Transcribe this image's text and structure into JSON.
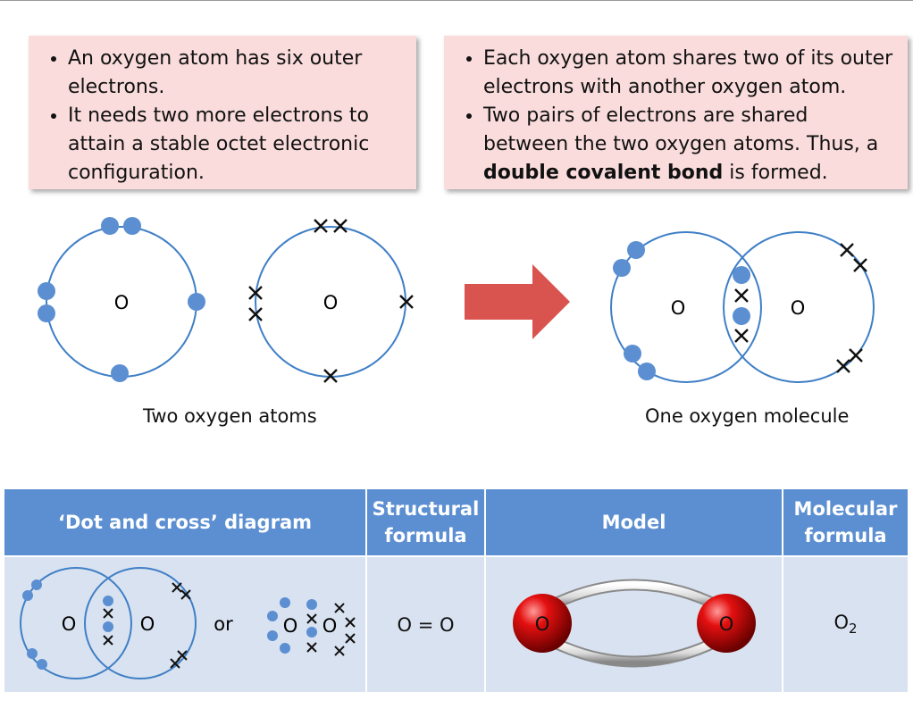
{
  "notes": {
    "left": [
      "An oxygen atom has six outer electrons.",
      "It needs two more electrons to attain a stable octet electronic configuration."
    ],
    "right": {
      "bullet1": "Each oxygen atom shares two of its outer electrons with another oxygen atom.",
      "bullet2_pre": "Two pairs of electrons are shared between the two oxygen atoms. Thus, a ",
      "bullet2_bold": "double covalent bond",
      "bullet2_post": " is formed."
    }
  },
  "diagram": {
    "atom_symbol": "O",
    "caption_atoms": "Two oxygen atoms",
    "caption_molecule": "One oxygen molecule"
  },
  "table": {
    "headers": [
      "‘Dot and cross’ diagram",
      "Structural formula",
      "Model",
      "Molecular formula"
    ],
    "or_text": "or",
    "structural_formula": "O = O",
    "molecular_formula_base": "O",
    "molecular_formula_sub": "2"
  },
  "colors": {
    "electron_dot": "#5b8fd1",
    "shell": "#3f7fc6",
    "note_bg": "#fadcdc",
    "header_bg": "#5b8fd1",
    "cell_bg": "#d9e2f0",
    "arrow": "#d9534f",
    "model_atom": "#d40000"
  }
}
